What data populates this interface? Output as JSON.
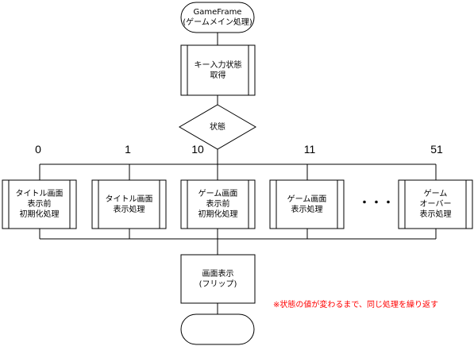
{
  "start": {
    "line1": "GameFrame",
    "line2": "(ゲームメイン処理)"
  },
  "key_input": {
    "line1": "キー入力状態",
    "line2": "取得"
  },
  "decision": {
    "label": "状態"
  },
  "cases": [
    "0",
    "1",
    "10",
    "11",
    "51"
  ],
  "processes": [
    {
      "line1": "タイトル画面",
      "line2": "表示前",
      "line3": "初期化処理"
    },
    {
      "line1": "タイトル画面",
      "line2": "表示処理",
      "line3": ""
    },
    {
      "line1": "ゲーム画面",
      "line2": "表示前",
      "line3": "初期化処理"
    },
    {
      "line1": "ゲーム画面",
      "line2": "表示処理",
      "line3": ""
    },
    {
      "line1": "ゲーム",
      "line2": "オーバー",
      "line3": "表示処理"
    }
  ],
  "ellipsis": "・・・",
  "display": {
    "line1": "画面表示",
    "line2": "(フリップ)"
  },
  "note": {
    "text": "※状態の値が変わるまで、同じ処理を繰り返す",
    "color": "#ff0000"
  }
}
